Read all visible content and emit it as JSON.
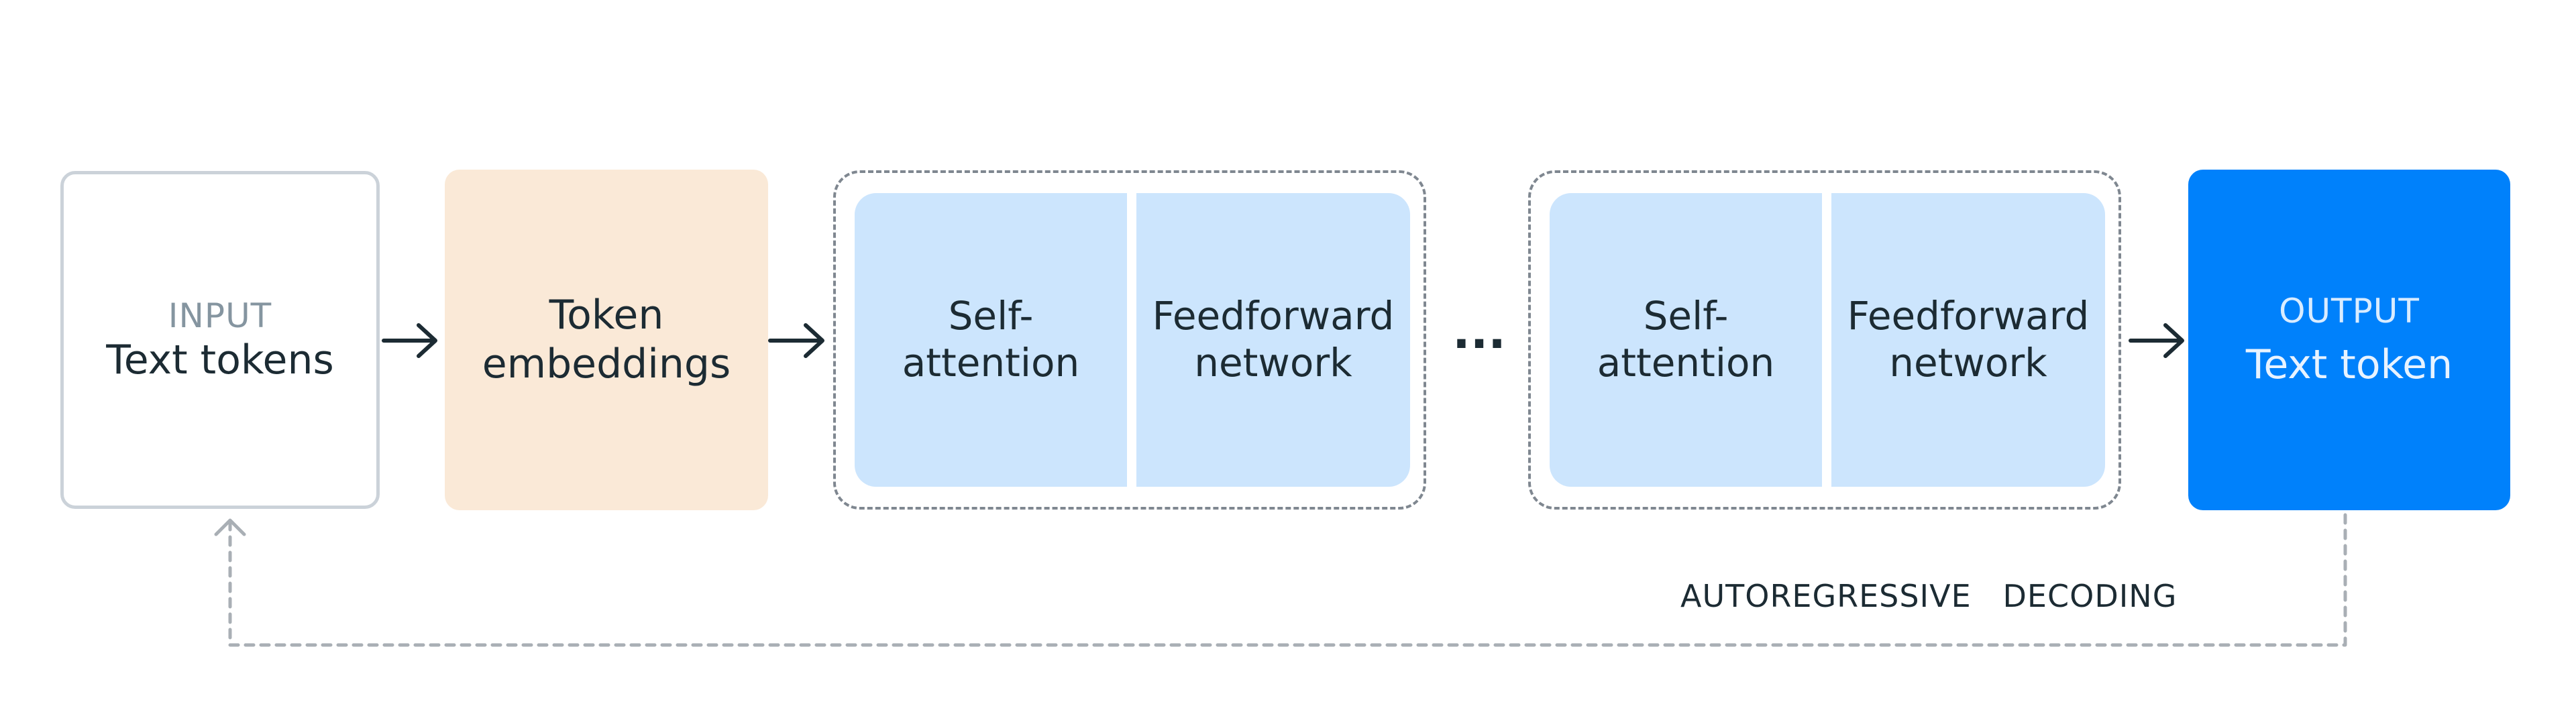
{
  "input": {
    "kicker": "INPUT",
    "label": "Text tokens"
  },
  "embeddings": {
    "line1": "Token",
    "line2": "embeddings"
  },
  "blocks": [
    {
      "attention": {
        "line1": "Self-",
        "line2": "attention"
      },
      "feedforward": {
        "line1": "Feedforward",
        "line2": "network"
      }
    },
    {
      "attention": {
        "line1": "Self-",
        "line2": "attention"
      },
      "feedforward": {
        "line1": "Feedforward",
        "line2": "network"
      }
    }
  ],
  "ellipsis": "...",
  "output": {
    "kicker": "OUTPUT",
    "label": "Text token"
  },
  "loop_caption": "AUTOREGRESSIVE   DECODING",
  "colors": {
    "input_border": "#CBD2D9",
    "embedding_fill": "#FAE9D7",
    "block_fill": "#CCE5FD",
    "output_fill": "#0081FB",
    "arrow": "#1C2B33",
    "dashed_loop": "#A9AFB5"
  }
}
